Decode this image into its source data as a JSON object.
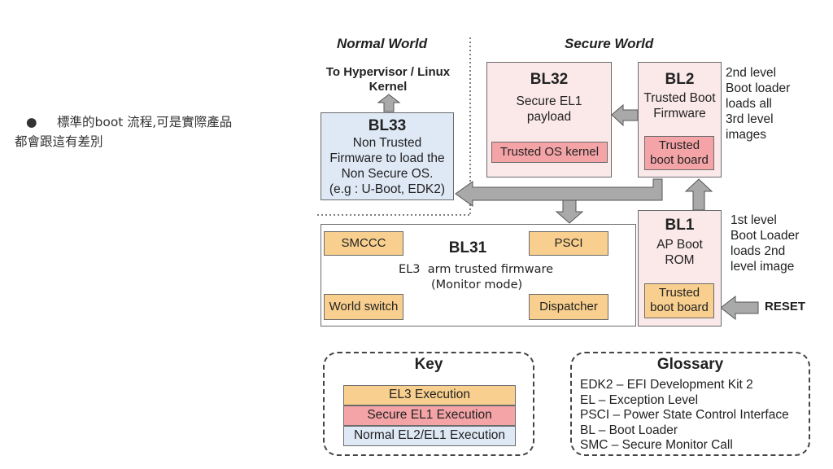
{
  "slide": {
    "bullet_line1": "標準的boot 流程,可是實際產品",
    "bullet_line2": "都會跟這有差別"
  },
  "diagram": {
    "normal_world": "Normal World",
    "secure_world": "Secure World",
    "hypervisor_label_1": "To Hypervisor / Linux",
    "hypervisor_label_2": "Kernel",
    "bl33": {
      "title": "BL33",
      "line1": "Non Trusted",
      "line2": "Firmware to load the",
      "line3": "Non Secure OS.",
      "line4": "(e.g : U-Boot, EDK2)"
    },
    "bl32": {
      "title": "BL32",
      "line1": "Secure EL1",
      "line2": "payload",
      "inner": "Trusted OS kernel"
    },
    "bl2": {
      "title": "BL2",
      "line1": "Trusted Boot",
      "line2": "Firmware",
      "inner_1": "Trusted",
      "inner_2": "boot board"
    },
    "bl2_note": [
      "2nd level",
      "Boot loader",
      "loads all",
      "3rd level",
      "images"
    ],
    "bl31": {
      "title": "BL31",
      "smccc": "SMCCC",
      "psci": "PSCI",
      "world_switch": "World switch",
      "dispatcher": "Dispatcher",
      "el3": "EL3",
      "line1": "arm trusted firmware",
      "line2": "(Monitor mode)"
    },
    "bl1": {
      "title": "BL1",
      "line1": "AP Boot",
      "line2": "ROM",
      "inner_1": "Trusted",
      "inner_2": "boot board"
    },
    "bl1_note": [
      "1st level",
      "Boot Loader",
      "loads 2nd",
      "level image"
    ],
    "reset": "RESET",
    "key": {
      "title": "Key",
      "items": [
        "EL3 Execution",
        "Secure EL1 Execution",
        "Normal EL2/EL1 Execution"
      ]
    },
    "glossary": {
      "title": "Glossary",
      "lines": [
        "EDK2 – EFI Development Kit 2",
        "EL – Exception Level",
        "PSCI – Power State Control Interface",
        "BL – Boot Loader",
        "SMC – Secure Monitor Call"
      ]
    },
    "colors": {
      "el3": "#f8cf8e",
      "secure_el1": "#f4a4a7",
      "normal": "#dfe9f6",
      "secure_bg": "#fbe9ea",
      "arrow": "#a9a9a9"
    }
  }
}
